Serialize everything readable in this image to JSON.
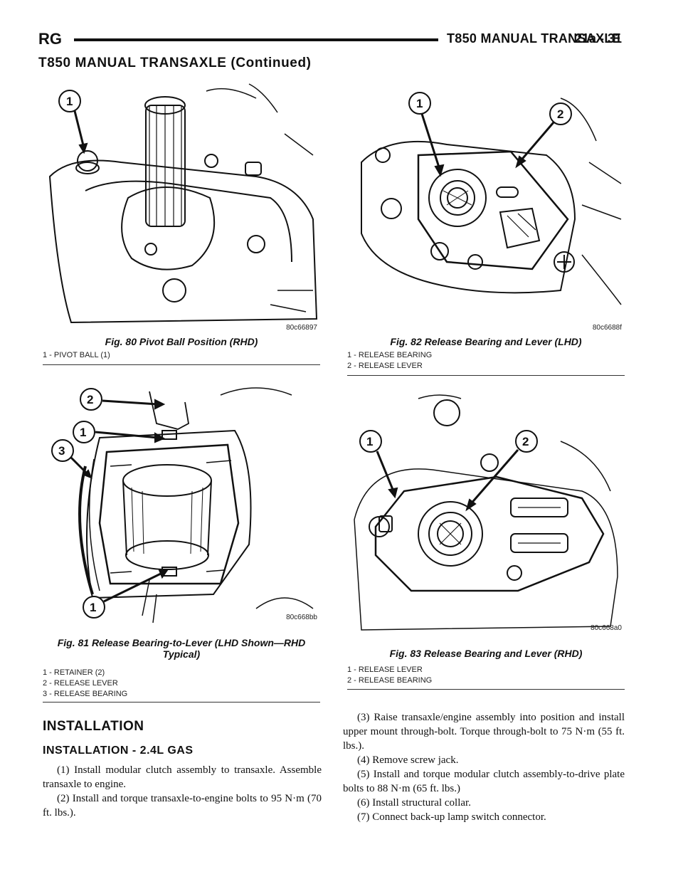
{
  "header": {
    "left": "RG",
    "section": "T850 MANUAL TRANSAXLE",
    "page": "21a - 31"
  },
  "continued_title": "T850 MANUAL TRANSAXLE (Continued)",
  "figures": [
    {
      "id": "fig80",
      "code": "80c66897",
      "caption": "Fig. 80 Pivot Ball Position (RHD)",
      "legend": [
        "1 - PIVOT BALL (1)"
      ],
      "callouts": [
        "1"
      ]
    },
    {
      "id": "fig82",
      "code": "80c6688f",
      "caption": "Fig. 82 Release Bearing and Lever (LHD)",
      "legend": [
        "1 - RELEASE BEARING",
        "2 - RELEASE LEVER"
      ],
      "callouts": [
        "1",
        "2"
      ]
    },
    {
      "id": "fig81",
      "code": "80c668bb",
      "caption": "Fig. 81 Release Bearing-to-Lever (LHD Shown—RHD Typical)",
      "legend": [
        "1 - RETAINER (2)",
        "2 - RELEASE LEVER",
        "3 - RELEASE BEARING"
      ],
      "callouts": [
        "2",
        "1",
        "3",
        "1"
      ]
    },
    {
      "id": "fig83",
      "code": "80c668a0",
      "caption": "Fig. 83 Release Bearing and Lever (RHD)",
      "legend": [
        "1 - RELEASE LEVER",
        "2 - RELEASE BEARING"
      ],
      "callouts": [
        "1",
        "2"
      ]
    }
  ],
  "installation": {
    "heading": "INSTALLATION",
    "subheading": "INSTALLATION - 2.4L GAS",
    "steps_left": [
      "(1) Install modular clutch assembly to transaxle. Assemble transaxle to engine.",
      "(2) Install and torque transaxle-to-engine bolts to 95 N·m (70 ft. lbs.)."
    ],
    "steps_right": [
      "(3) Raise transaxle/engine assembly into position and install upper mount through-bolt. Torque through-bolt to 75 N·m (55 ft. lbs.).",
      "(4) Remove screw jack.",
      "(5) Install and torque modular clutch assembly-to-drive plate bolts to 88 N·m (65 ft. lbs.)",
      "(6) Install structural collar.",
      "(7) Connect back-up lamp switch connector."
    ]
  }
}
